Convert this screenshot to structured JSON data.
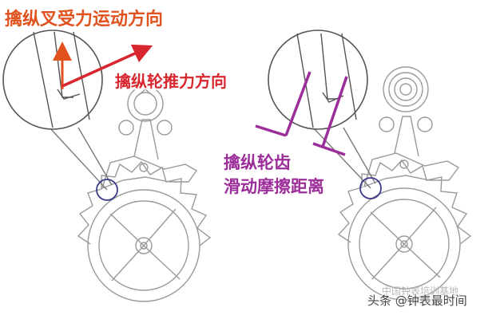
{
  "labels": {
    "pallet_fork_direction": "擒纵叉受力运动方向",
    "escape_wheel_push": "擒纵轮推力方向",
    "sliding_line1": "擒纵轮齿",
    "sliding_line2": "滑动摩擦距离"
  },
  "watermark": {
    "text": "头条 @钟表最时间",
    "faint_text": "中国钟表培训基地"
  },
  "colors": {
    "line_drawing": "#999999",
    "fork_arrow": "#e0531f",
    "push_arrow": "#d8262e",
    "slide_arrows": "#9c2e9a",
    "magnifier_outline": "#555555"
  }
}
